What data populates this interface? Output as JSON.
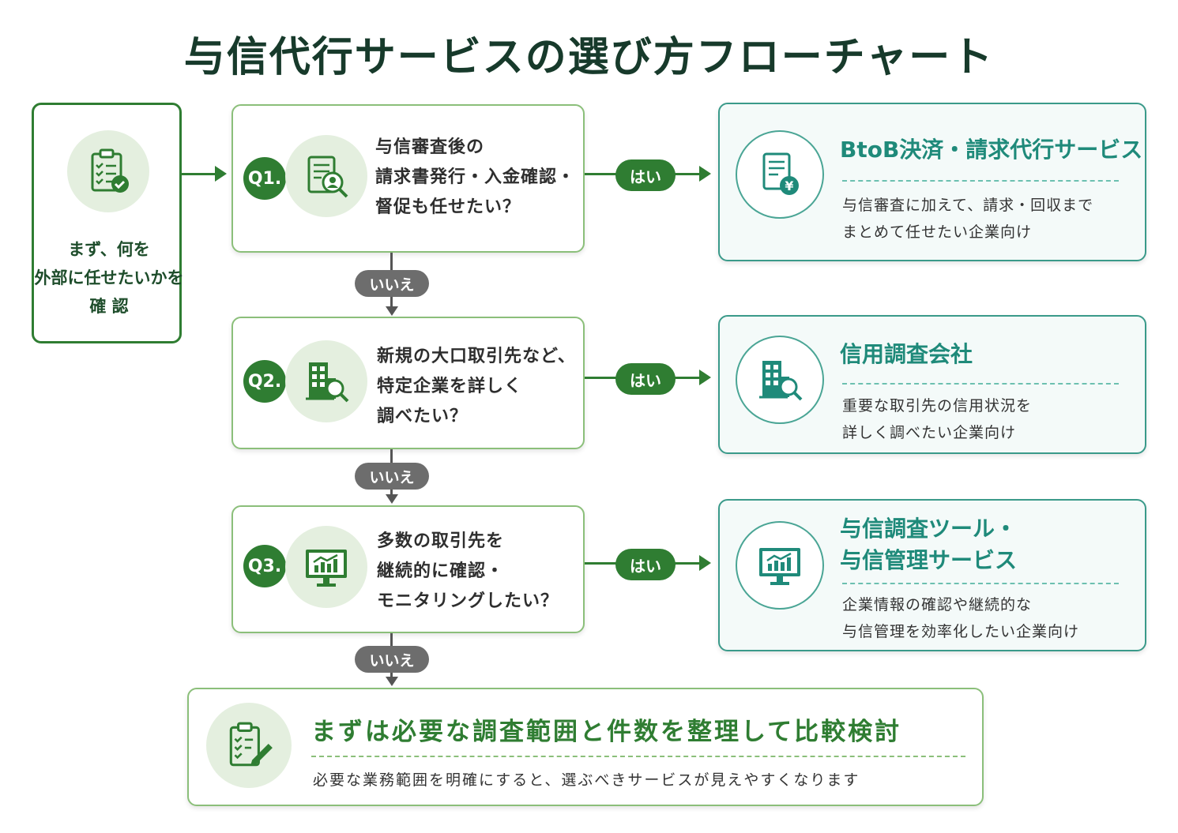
{
  "title": "与信代行サービスの選び方フローチャート",
  "start": {
    "icon": "clipboard-check-icon",
    "lines": [
      "まず、何を",
      "外部に任せたいかを",
      "確 認"
    ]
  },
  "questions": [
    {
      "badge": "Q1.",
      "icon": "document-person-search-icon",
      "lines": [
        "与信審査後の",
        "請求書発行・入金確認・",
        "督促も任せたい？"
      ]
    },
    {
      "badge": "Q2.",
      "icon": "building-search-icon",
      "lines": [
        "新規の大口取引先など、",
        "特定企業を詳しく",
        "調べたい？"
      ]
    },
    {
      "badge": "Q3.",
      "icon": "monitor-chart-icon",
      "lines": [
        "多数の取引先を",
        "継続的に確認・",
        "モニタリングしたい？"
      ]
    }
  ],
  "yes_label": "はい",
  "no_label": "いいえ",
  "results": [
    {
      "icon": "invoice-yen-icon",
      "title_lines": [
        "BtoB決済・請求代行サービス"
      ],
      "desc_lines": [
        "与信審査に加えて、請求・回収まで",
        "まとめて任せたい企業向け"
      ]
    },
    {
      "icon": "building-search-icon",
      "title_lines": [
        "信用調査会社"
      ],
      "desc_lines": [
        "重要な取引先の信用状況を",
        "詳しく調べたい企業向け"
      ]
    },
    {
      "icon": "monitor-chart-icon",
      "title_lines": [
        "与信調査ツール・",
        "与信管理サービス"
      ],
      "desc_lines": [
        "企業情報の確認や継続的な",
        "与信管理を効率化したい企業向け"
      ]
    }
  ],
  "final": {
    "icon": "clipboard-pen-icon",
    "title": "まずは必要な調査範囲と件数を整理して比較検討",
    "desc": "必要な業務範囲を明確にすると、選ぶべきサービスが見えやすくなります"
  },
  "colors": {
    "primary_green": "#2f7d32",
    "teal": "#1f8a7a",
    "dark_title": "#173a2b",
    "no_gray": "#6d6d6d"
  }
}
